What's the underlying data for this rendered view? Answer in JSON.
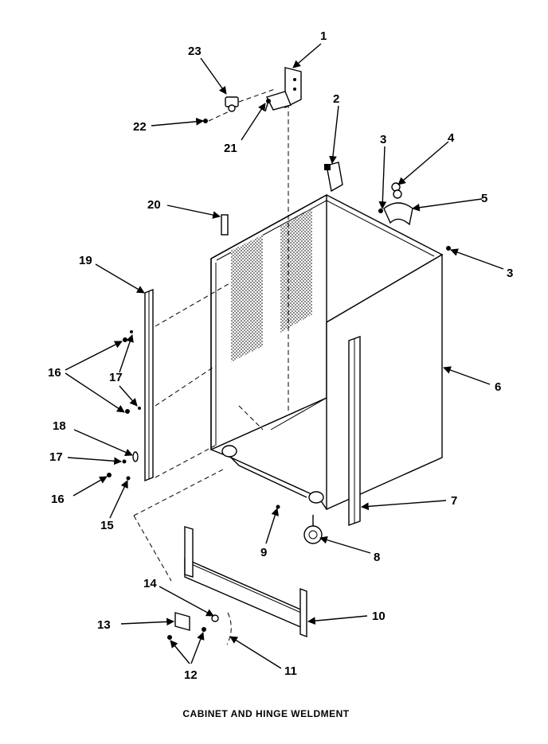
{
  "caption": "CABINET AND HINGE WELDMENT",
  "callouts": {
    "c1": "1",
    "c2": "2",
    "c3a": "3",
    "c3b": "3",
    "c4": "4",
    "c5": "5",
    "c6": "6",
    "c7": "7",
    "c8": "8",
    "c9": "9",
    "c10": "10",
    "c11": "11",
    "c12": "12",
    "c13": "13",
    "c14": "14",
    "c15": "15",
    "c16a": "16",
    "c16b": "16",
    "c17a": "17",
    "c17b": "17",
    "c18": "18",
    "c19": "19",
    "c20": "20",
    "c21": "21",
    "c22": "22",
    "c23": "23"
  }
}
